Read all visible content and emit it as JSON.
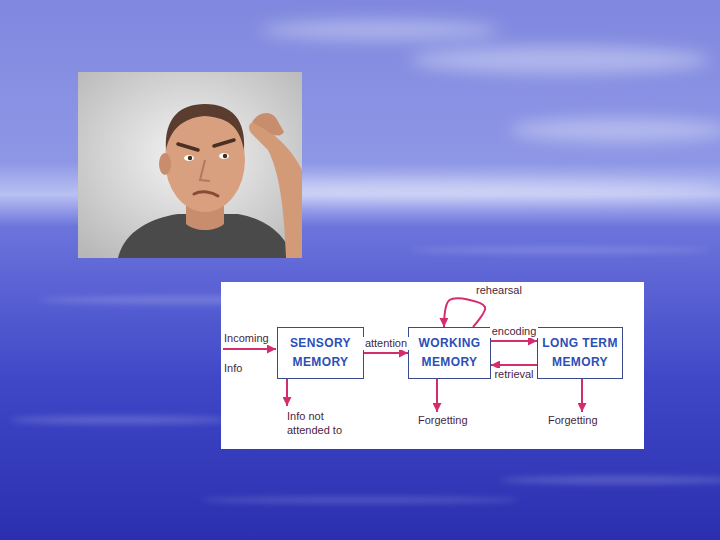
{
  "diagram": {
    "nodes": [
      {
        "text": [
          "SENSORY MEMORY"
        ]
      },
      {
        "text": [
          "WORKING MEMORY"
        ]
      },
      {
        "text": [
          "LONG TERM MEMORY"
        ]
      }
    ],
    "edges": [
      {
        "from": 0,
        "to": 1,
        "label": "attention",
        "arrow": "to"
      },
      {
        "from": 1,
        "to": 2,
        "label": "encoding",
        "arrow": "to"
      },
      {
        "from": 2,
        "to": 1,
        "label": "retrieval",
        "arrow": "to"
      },
      {
        "from": 1,
        "to": 1,
        "label": "rehearsal",
        "arrow": "to"
      }
    ],
    "labels": [
      "Incoming Info",
      "Info not attended to",
      "Forgetting",
      "Forgetting"
    ]
  }
}
